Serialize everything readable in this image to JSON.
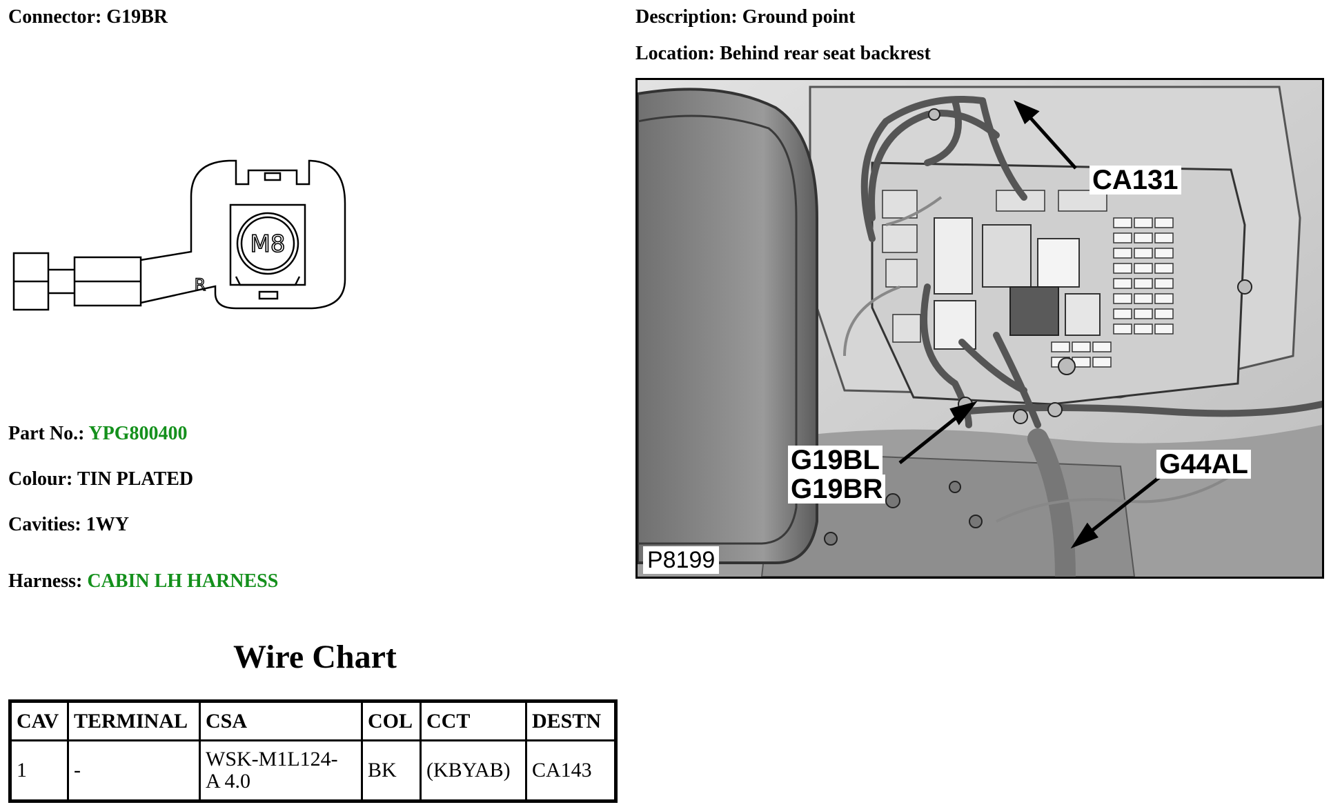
{
  "connector": {
    "label": "Connector:",
    "value": "G19BR"
  },
  "description": {
    "label": "Description:",
    "value": "Ground point"
  },
  "location": {
    "label": "Location:",
    "value": "Behind rear seat backrest"
  },
  "part_no": {
    "label": "Part No.:",
    "value": "YPG800400"
  },
  "colour": {
    "label": "Colour:",
    "value": "TIN PLATED"
  },
  "cavities": {
    "label": "Cavities:",
    "value": "1WY"
  },
  "harness": {
    "label": "Harness:",
    "value": "CABIN LH HARNESS"
  },
  "connector_drawing": {
    "stud_label": "M8",
    "mark": "R"
  },
  "wire_chart": {
    "title": "Wire Chart",
    "headers": [
      "CAV",
      "TERMINAL",
      "CSA",
      "COL",
      "CCT",
      "DESTN"
    ],
    "rows": [
      {
        "cav": "1",
        "terminal": "-",
        "csa_line1": "WSK-M1L124-",
        "csa_line2": "A 4.0",
        "col": "BK",
        "cct": "(KBYAB)",
        "destn": "CA143"
      }
    ]
  },
  "photo": {
    "id": "P8199",
    "callouts": {
      "ca131": "CA131",
      "g19bl": "G19BL",
      "g19br": "G19BR",
      "g44al": "G44AL"
    }
  },
  "colors": {
    "link_green": "#14901c"
  }
}
